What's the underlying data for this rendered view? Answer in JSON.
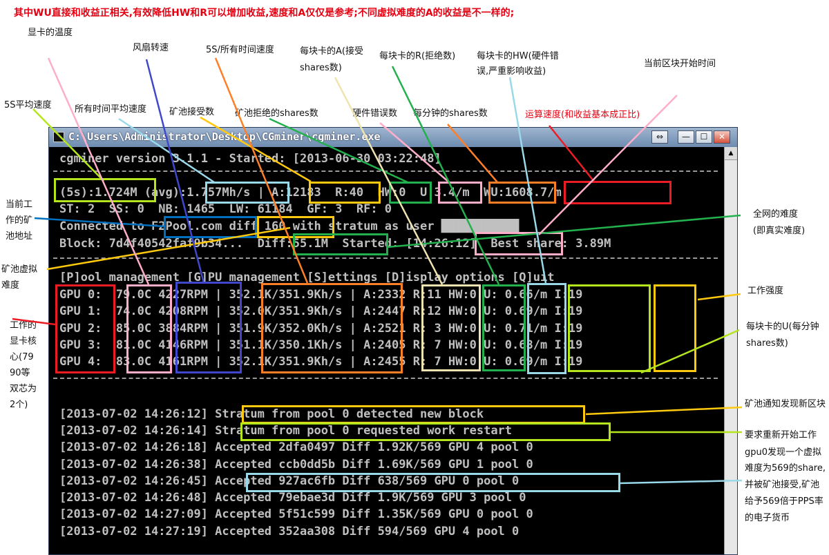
{
  "headline": "其中WU直接和收益正相关,有效降低HW和R可以增加收益,速度和A仅仅是参考;不同虚拟难度的A的收益是不一样的;",
  "annotations": {
    "gpu_temp": "显卡的温度",
    "fan_speed": "风扇转速",
    "speed_5s_all": "5S/所有时间速度",
    "accepted_per_card_1": "每块卡的A(接受",
    "accepted_per_card_2": "shares数)",
    "rejected_per_card": "每块卡的R(拒绝数)",
    "hw_per_card_1": "每块卡的HW(硬件错",
    "hw_per_card_2": "误,严重影响收益)",
    "block_start_time": "当前区块开始时间",
    "avg_5s": "5S平均速度",
    "avg_all": "所有时间平均速度",
    "pool_accepted": "矿池接受数",
    "pool_rejected": "矿池拒绝的shares数",
    "hw_errors": "硬件错误数",
    "shares_per_min": "每分钟的shares数",
    "work_utility": "运算速度(和收益基本成正比)",
    "pool_addr_1": "当前工",
    "pool_addr_2": "作的矿",
    "pool_addr_3": "池地址",
    "net_diff_1": "全网的难度",
    "net_diff_2": "(即真实难度)",
    "pool_vdiff_1": "矿池虚拟",
    "pool_vdiff_2": "难度",
    "gpu_core_1": "工作的",
    "gpu_core_2": "显卡核",
    "gpu_core_3": "心(79",
    "gpu_core_4": "90等",
    "gpu_core_5": "双芯为",
    "gpu_core_6": "2个)",
    "intensity": "工作强度",
    "u_per_card_1": "每块卡的U(每分钟",
    "u_per_card_2": "shares数)",
    "new_block": "矿池通知发现新区块",
    "restart_work": "要求重新开始工作",
    "gpu0_share_1": "gpu0发现一个虚拟",
    "gpu0_share_2": "难度为569的share,",
    "gpu0_share_3": "并被矿池接受,矿池",
    "gpu0_share_4": "给予569倍于PPS率",
    "gpu0_share_5": "的电子货币"
  },
  "window": {
    "title": "C:\\Users\\Administrator\\Desktop\\CGminer\\cgminer.exe",
    "buttons": {
      "resize": "⇔",
      "minimize": "—",
      "maximize": "☐",
      "close": "✕"
    }
  },
  "terminal": {
    "version_line": "cgminer version 3.1.1 - Started: [2013-06-30 03:22:48]",
    "stats_line": "(5s):1.724M (avg):1.757Mh/s | A:12183  R:40  HW:0  U:3.4/m  WU:1608.7/m",
    "st_line": "ST: 2  SS: 0  NB: 1465  LW: 61184  GF: 3  RF: 0",
    "connected_line": "Connected to F2Pool.com diff 160 with stratum as user ███████████",
    "block_line": "Block: 7d4f40542faf9b34...  Diff:55.1M  Started: [14:26:12]  Best share: 3.89M",
    "menu_line": "[P]ool management [G]PU management [S]ettings [D]isplay options [Q]uit",
    "gpu_rows": [
      "GPU 0:  79.0C 4227RPM | 352.1K/351.9Kh/s | A:2332 R:11 HW:0 U: 0.66/m I:19",
      "GPU 1:  74.0C 4208RPM | 352.0K/351.9Kh/s | A:2447 R:12 HW:0 U: 0.69/m I:19",
      "GPU 2:  85.0C 3884RPM | 351.9K/352.0Kh/s | A:2521 R: 3 HW:0 U: 0.71/m I:19",
      "GPU 3:  81.0C 4146RPM | 351.1K/350.1Kh/s | A:2405 R: 7 HW:0 U: 0.68/m I:19",
      "GPU 4:  83.0C 4161RPM | 352.1K/351.9Kh/s | A:2455 R: 7 HW:0 U: 0.69/m I:19"
    ],
    "log_lines": [
      "[2013-07-02 14:26:12] Stratum from pool 0 detected new block",
      "[2013-07-02 14:26:14] Stratum from pool 0 requested work restart",
      "[2013-07-02 14:26:18] Accepted 2dfa0497 Diff 1.92K/569 GPU 4 pool 0",
      "[2013-07-02 14:26:38] Accepted ccb0dd5b Diff 1.69K/569 GPU 1 pool 0",
      "[2013-07-02 14:26:45] Accepted 927ac6fb Diff 638/569 GPU 0 pool 0",
      "[2013-07-02 14:26:48] Accepted 79ebae3d Diff 1.9K/569 GPU 3 pool 0",
      "[2013-07-02 14:27:09] Accepted 5f51c599 Diff 1.35K/569 GPU 0 pool 0",
      "[2013-07-02 14:27:19] Accepted 352aa308 Diff 594/569 GPU 4 pool 0"
    ]
  },
  "colors": {
    "headline": "#e60012",
    "terminal_bg": "#000000",
    "terminal_text": "#c0c0c0",
    "box_green_yellow": "#b5e61d",
    "box_light_blue": "#99d9ea",
    "box_yellow": "#ffc90e",
    "box_dark_green": "#22b14c",
    "box_pink": "#ffaec9",
    "box_orange": "#ff7f27",
    "box_red": "#ed1c24",
    "box_blue": "#0070c0",
    "box_indigo": "#3f48cc",
    "box_cream": "#efe4b0"
  }
}
